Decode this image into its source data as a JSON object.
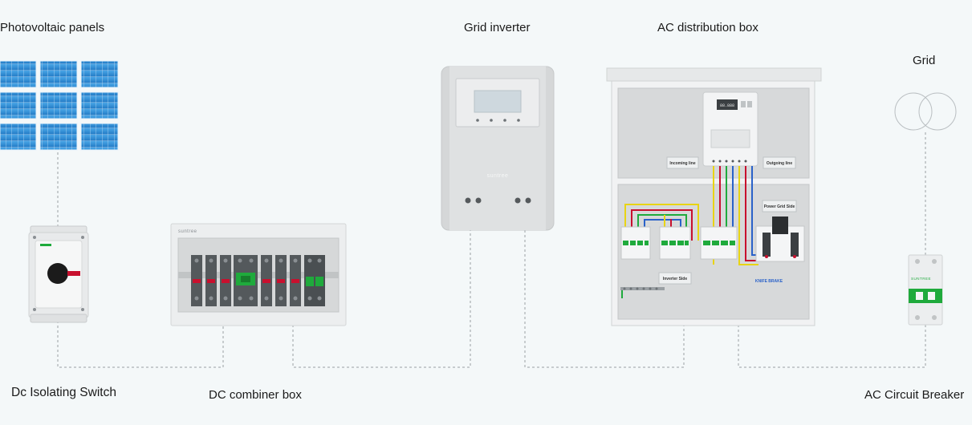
{
  "labels": {
    "pv": "Photovoltaic panels",
    "inverter": "Grid inverter",
    "ac_box": "AC distribution box",
    "grid": "Grid",
    "dc_switch": "Dc Isolating Switch",
    "dc_combiner": "DC combiner box",
    "ac_breaker": "AC Circuit Breaker"
  },
  "device_text": {
    "inverter_brand": "suntree",
    "combiner_brand": "suntree",
    "breaker_brand": "SUNTREE",
    "meter_display": "88.888",
    "incoming_line": "Incoming line",
    "outgoing_line": "Outgoing line",
    "power_grid_side": "Power Grid Side",
    "inverter_side": "Inverter Side",
    "knife_brake": "KNIFE BRAKE"
  },
  "colors": {
    "background": "#f4f8f9",
    "panel_blue": "#2f8fd8",
    "device_gray": "#d4d6d7",
    "green": "#1faa3c",
    "red": "#c8102e",
    "connector": "#9aa0a4"
  }
}
